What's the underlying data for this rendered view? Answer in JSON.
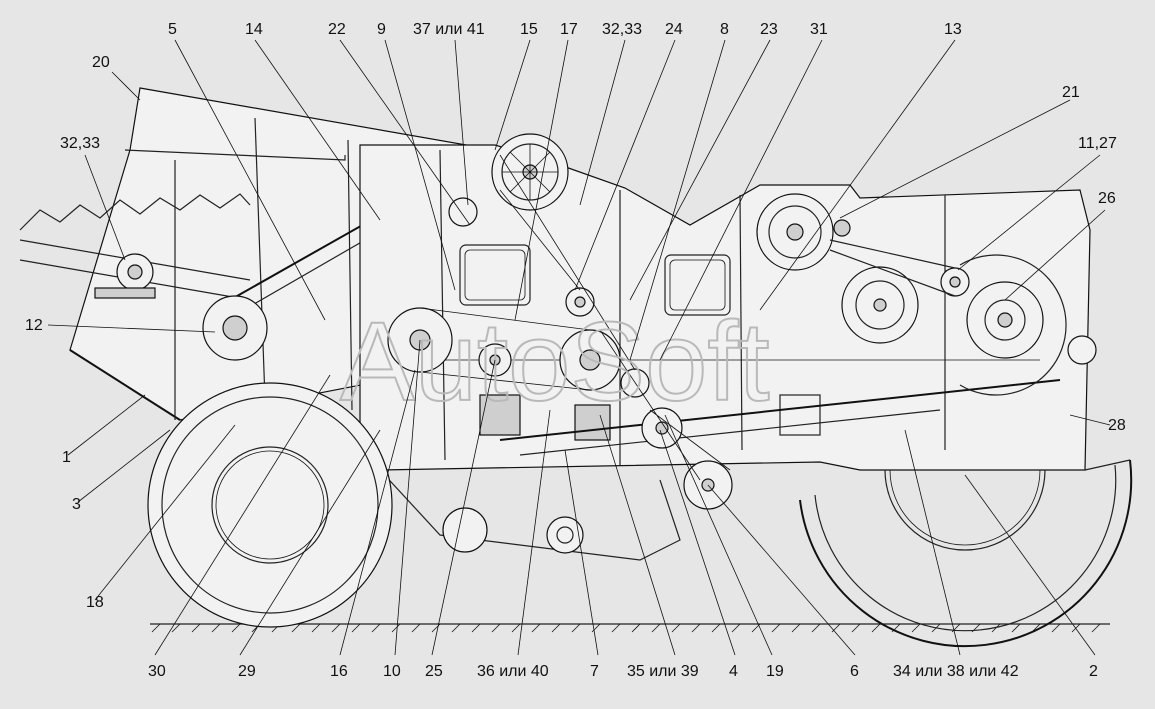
{
  "watermark": "AutoSoft",
  "callouts": [
    {
      "id": "5",
      "text": "5"
    },
    {
      "id": "14",
      "text": "14"
    },
    {
      "id": "22",
      "text": "22"
    },
    {
      "id": "9",
      "text": "9"
    },
    {
      "id": "37-41",
      "text": "37 или 41"
    },
    {
      "id": "15",
      "text": "15"
    },
    {
      "id": "17",
      "text": "17"
    },
    {
      "id": "32-33-top",
      "text": "32,33"
    },
    {
      "id": "24",
      "text": "24"
    },
    {
      "id": "8",
      "text": "8"
    },
    {
      "id": "23",
      "text": "23"
    },
    {
      "id": "31",
      "text": "31"
    },
    {
      "id": "13",
      "text": "13"
    },
    {
      "id": "20",
      "text": "20"
    },
    {
      "id": "21",
      "text": "21"
    },
    {
      "id": "32-33-left",
      "text": "32,33"
    },
    {
      "id": "11-27",
      "text": "11,27"
    },
    {
      "id": "26",
      "text": "26"
    },
    {
      "id": "12",
      "text": "12"
    },
    {
      "id": "28",
      "text": "28"
    },
    {
      "id": "1",
      "text": "1"
    },
    {
      "id": "3",
      "text": "3"
    },
    {
      "id": "18",
      "text": "18"
    },
    {
      "id": "30",
      "text": "30"
    },
    {
      "id": "29",
      "text": "29"
    },
    {
      "id": "16",
      "text": "16"
    },
    {
      "id": "10",
      "text": "10"
    },
    {
      "id": "25",
      "text": "25"
    },
    {
      "id": "36-40",
      "text": "36 или 40"
    },
    {
      "id": "7",
      "text": "7"
    },
    {
      "id": "35-39",
      "text": "35 или 39"
    },
    {
      "id": "4",
      "text": "4"
    },
    {
      "id": "19",
      "text": "19"
    },
    {
      "id": "6",
      "text": "6"
    },
    {
      "id": "34-38-42",
      "text": "34 или 38 или 42"
    },
    {
      "id": "2",
      "text": "2"
    }
  ]
}
